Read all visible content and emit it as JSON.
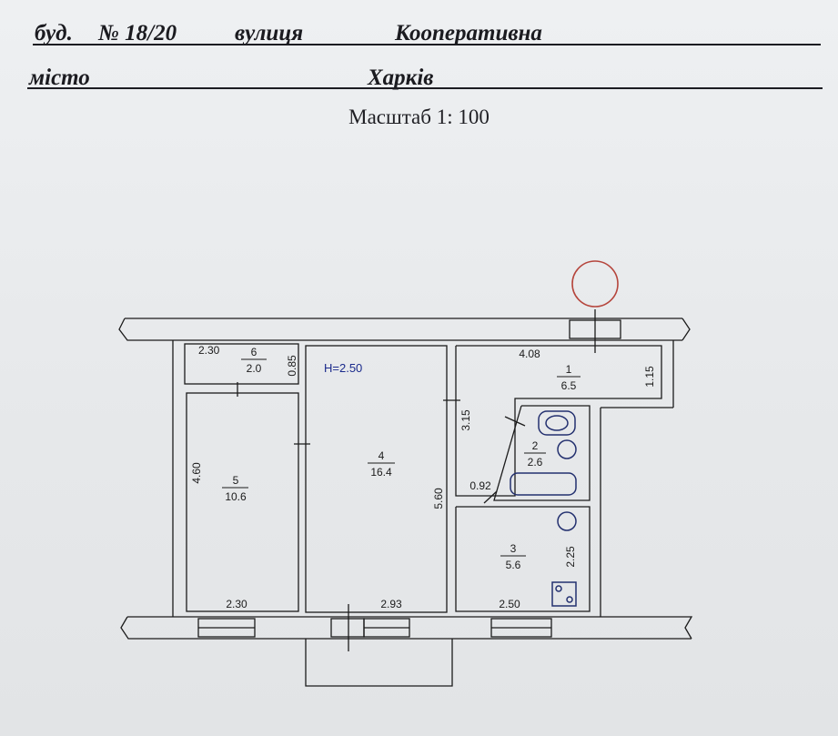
{
  "header": {
    "building_label": "буд.",
    "building_number": "№ 18/20",
    "street_label": "вулиця",
    "street_name": "Кооперативна",
    "city_label": "місто",
    "city_name": "Харків"
  },
  "scale": "Масштаб 1: 100",
  "plan": {
    "height_label": "H=2.50",
    "rooms": [
      {
        "number": "1",
        "area": "6.5"
      },
      {
        "number": "2",
        "area": "2.6"
      },
      {
        "number": "3",
        "area": "5.6"
      },
      {
        "number": "4",
        "area": "16.4"
      },
      {
        "number": "5",
        "area": "10.6"
      },
      {
        "number": "6",
        "area": "2.0"
      }
    ],
    "dimensions": {
      "room6_width": "2.30",
      "room6_depth": "0.85",
      "room5_length": "4.60",
      "room5_width": "2.30",
      "room4_length": "5.60",
      "room4_width": "2.93",
      "room1_width": "4.08",
      "room1_depth": "1.15",
      "partition": "3.15",
      "bath_offset": "0.92",
      "room3_depth": "2.25",
      "room3_width": "2.50"
    },
    "colors": {
      "ink": "#1b1b1b",
      "fixture_blue": "#23306f",
      "marker_red": "#b5453c"
    }
  }
}
